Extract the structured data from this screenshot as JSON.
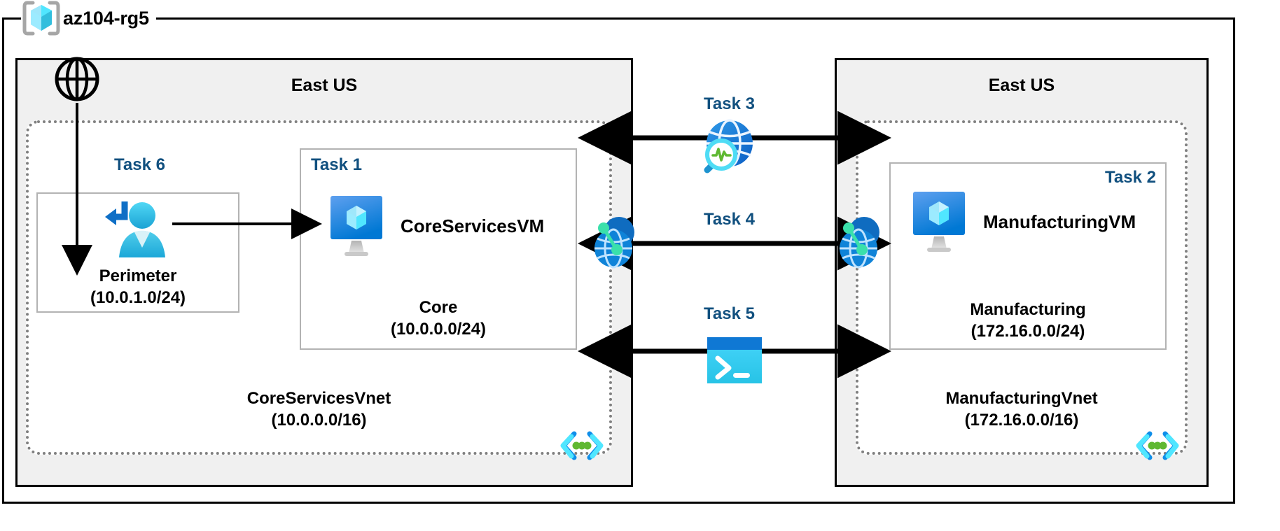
{
  "diagram": {
    "resource_group": {
      "name": "az104-rg5",
      "icon": "resource-group-cube-icon"
    },
    "regions": [
      {
        "id": "left",
        "title": "East US"
      },
      {
        "id": "right",
        "title": "East US"
      }
    ],
    "internet": {
      "icon": "internet-globe-icon"
    },
    "vnets": [
      {
        "id": "core",
        "name": "CoreServicesVnet",
        "cidr": "(10.0.0.0/16)",
        "code_icon": "code-brackets-icon",
        "subnets": [
          {
            "id": "perimeter",
            "task": "Task 6",
            "name": "Perimeter",
            "cidr": "(10.0.1.0/24)",
            "icon": "user-route-icon"
          },
          {
            "id": "core",
            "task": "Task 1",
            "name": "Core",
            "cidr": "(10.0.0.0/24)",
            "vm_name": "CoreServicesVM",
            "icon": "virtual-machine-icon"
          }
        ]
      },
      {
        "id": "manufacturing",
        "name": "ManufacturingVnet",
        "cidr": "(172.16.0.0/16)",
        "code_icon": "code-brackets-icon",
        "subnets": [
          {
            "id": "manufacturing",
            "task": "Task 2",
            "name": "Manufacturing",
            "cidr": "(172.16.0.0/24)",
            "vm_name": "ManufacturingVM",
            "icon": "virtual-machine-icon"
          }
        ]
      }
    ],
    "connections": [
      {
        "id": "task3",
        "task": "Task 3",
        "icon": "network-watcher-icon",
        "style": "double-arrow"
      },
      {
        "id": "task4",
        "task": "Task 4",
        "icon": "vnet-peering-icon",
        "style": "double-arrow"
      },
      {
        "id": "task5",
        "task": "Task 5",
        "icon": "cloud-shell-icon",
        "style": "double-arrow"
      }
    ],
    "colors": {
      "task_label": "#11507f",
      "region_fill": "#f0f0f0",
      "region_border": "#000000",
      "vnet_border": "#808080",
      "subnet_border": "#b3b3b3",
      "azure_blue": "#0078d4",
      "cyan": "#32c8f0",
      "green": "#5fb832"
    }
  }
}
